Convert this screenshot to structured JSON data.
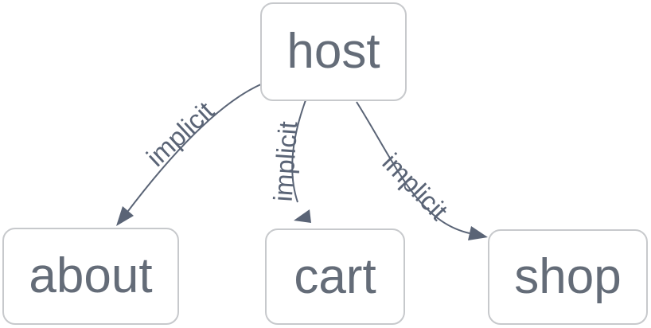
{
  "diagram": {
    "type": "graph",
    "nodes": [
      {
        "id": "host",
        "label": "host"
      },
      {
        "id": "about",
        "label": "about"
      },
      {
        "id": "cart",
        "label": "cart"
      },
      {
        "id": "shop",
        "label": "shop"
      }
    ],
    "edges": [
      {
        "from": "host",
        "to": "about",
        "label": "implicit"
      },
      {
        "from": "host",
        "to": "cart",
        "label": "implicit"
      },
      {
        "from": "host",
        "to": "shop",
        "label": "implicit"
      }
    ],
    "colors": {
      "background": "#ffffff",
      "node_border": "#c7c9cc",
      "node_background": "#ffffff",
      "node_text": "#646c78",
      "edge": "#5a6476",
      "edge_label": "#5a6476"
    }
  }
}
